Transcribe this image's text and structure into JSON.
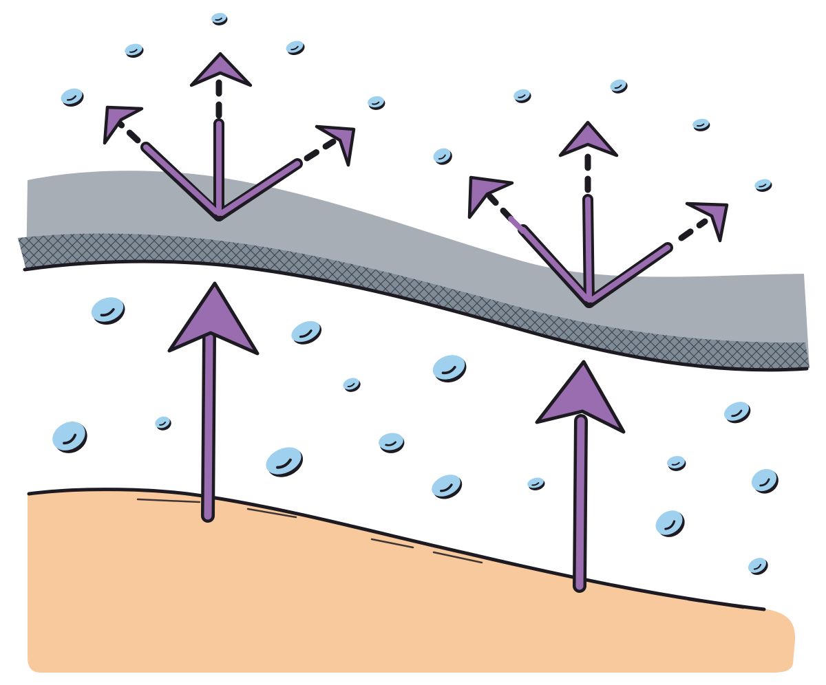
{
  "diagram": {
    "colors": {
      "background": "#ffffff",
      "ground": "#f8c99d",
      "membrane": "#a8aeb5",
      "membrane_mesh": "#7f8c98",
      "arrow": "#9a6db0",
      "droplet": "#9fd0ee",
      "outline": "#1d1a22"
    },
    "elements": [
      {
        "name": "ground",
        "kind": "sandy ground"
      },
      {
        "name": "membrane-layer",
        "kind": "fabric layer with mesh backing"
      },
      {
        "name": "upward-arrow",
        "kind": "vapor rising from ground",
        "count": 2
      },
      {
        "name": "dispersion-arrows",
        "kind": "vapor leaving through membrane",
        "count": 2
      },
      {
        "name": "water-droplets",
        "kind": "moisture droplets"
      }
    ]
  }
}
